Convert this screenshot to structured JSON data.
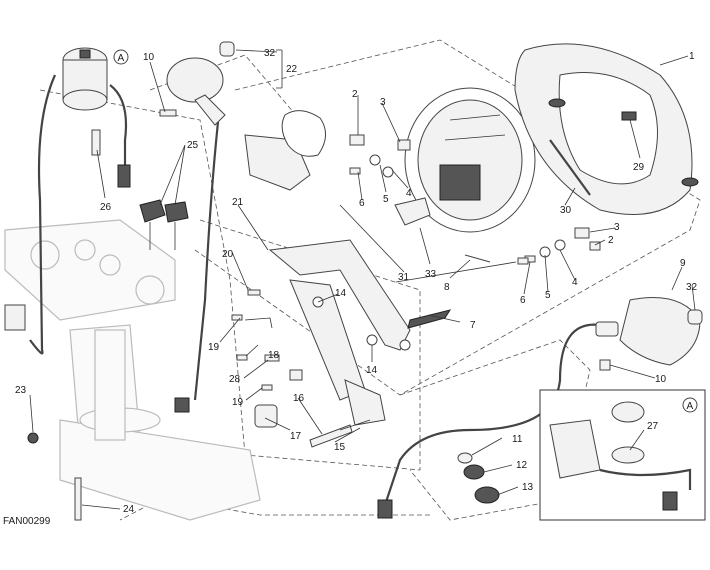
{
  "diagram": {
    "code": "FAN00299",
    "detail_ref": "A",
    "callouts": [
      {
        "id": "c1",
        "label": "1"
      },
      {
        "id": "c2a",
        "label": "2"
      },
      {
        "id": "c2b",
        "label": "2"
      },
      {
        "id": "c3a",
        "label": "3"
      },
      {
        "id": "c3b",
        "label": "3"
      },
      {
        "id": "c4a",
        "label": "4"
      },
      {
        "id": "c4b",
        "label": "4"
      },
      {
        "id": "c5a",
        "label": "5"
      },
      {
        "id": "c5b",
        "label": "5"
      },
      {
        "id": "c6a",
        "label": "6"
      },
      {
        "id": "c6b",
        "label": "6"
      },
      {
        "id": "c7",
        "label": "7"
      },
      {
        "id": "c8",
        "label": "8"
      },
      {
        "id": "c9",
        "label": "9"
      },
      {
        "id": "c10a",
        "label": "10"
      },
      {
        "id": "c10b",
        "label": "10"
      },
      {
        "id": "c11",
        "label": "11"
      },
      {
        "id": "c12",
        "label": "12"
      },
      {
        "id": "c13",
        "label": "13"
      },
      {
        "id": "c14a",
        "label": "14"
      },
      {
        "id": "c14b",
        "label": "14"
      },
      {
        "id": "c15",
        "label": "15"
      },
      {
        "id": "c16",
        "label": "16"
      },
      {
        "id": "c17",
        "label": "17"
      },
      {
        "id": "c18",
        "label": "18"
      },
      {
        "id": "c19a",
        "label": "19"
      },
      {
        "id": "c19b",
        "label": "19"
      },
      {
        "id": "c20",
        "label": "20"
      },
      {
        "id": "c21",
        "label": "21"
      },
      {
        "id": "c22",
        "label": "22"
      },
      {
        "id": "c23",
        "label": "23"
      },
      {
        "id": "c24",
        "label": "24"
      },
      {
        "id": "c25",
        "label": "25"
      },
      {
        "id": "c26",
        "label": "26"
      },
      {
        "id": "c27",
        "label": "27"
      },
      {
        "id": "c28",
        "label": "28"
      },
      {
        "id": "c29",
        "label": "29"
      },
      {
        "id": "c30",
        "label": "30"
      },
      {
        "id": "c31",
        "label": "31"
      },
      {
        "id": "c32a",
        "label": "32"
      },
      {
        "id": "c32b",
        "label": "32"
      },
      {
        "id": "c33",
        "label": "33"
      }
    ]
  }
}
